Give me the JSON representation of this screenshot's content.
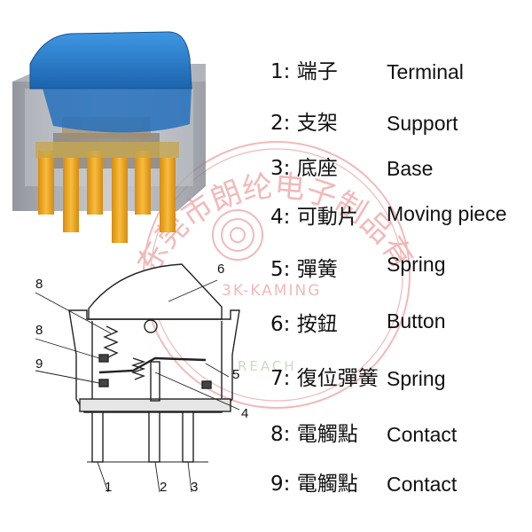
{
  "watermark": {
    "company_arc": "东莞市朗纶电子制品有限公司",
    "brand": "3K-KAMING",
    "sub": "REACH",
    "color": "#f2b9b9"
  },
  "colors": {
    "button_blue": "#2a7fd0",
    "terminal_orange": "#f0a81e",
    "housing_gray": "#8e939c"
  },
  "legend": [
    {
      "num_cn": "1: 端子",
      "en": "Terminal"
    },
    {
      "num_cn": "2: 支架",
      "en": "Support"
    },
    {
      "num_cn": "3: 底座",
      "en": "Base"
    },
    {
      "num_cn": "4: 可動片",
      "en": "Moving piece"
    },
    {
      "num_cn": "5: 彈簧",
      "en": "Spring"
    },
    {
      "num_cn": "6: 按鈕",
      "en": "Button"
    },
    {
      "num_cn": "7: 復位彈簧",
      "en": "Spring"
    },
    {
      "num_cn": "8: 電觸點",
      "en": "Contact"
    },
    {
      "num_cn": "9: 電觸點",
      "en": "Contact"
    }
  ],
  "callouts": [
    "8",
    "8",
    "9",
    "6",
    "5",
    "4",
    "1",
    "2",
    "3"
  ]
}
